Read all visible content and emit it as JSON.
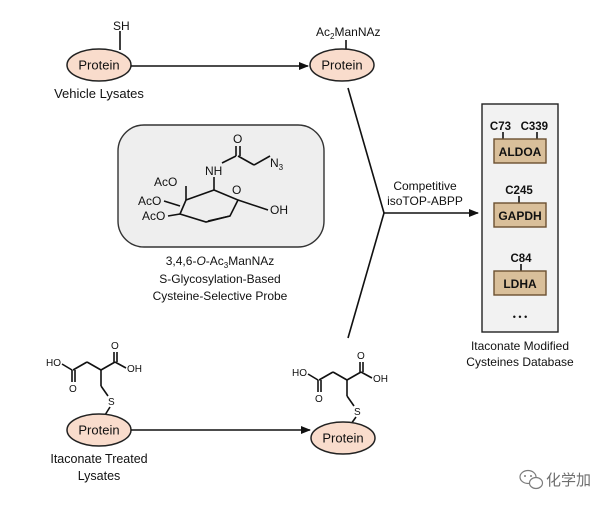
{
  "vehicle": {
    "protein_label": "Protein",
    "thiol_label": "SH",
    "caption": "Vehicle Lysates",
    "product_prefix": "Ac",
    "product_subscript": "2",
    "product_suffix": "ManNAz",
    "product_protein_label": "Protein"
  },
  "probe": {
    "atoms": {
      "nh": "NH",
      "o_carbonyl": "O",
      "n3": "N",
      "n3_sub": "3",
      "ring_o": "O",
      "oh": "OH",
      "aco_1": "AcO",
      "aco_2": "AcO",
      "aco_3": "AcO"
    },
    "name_prefix": "3,4,6-",
    "name_italic": "O",
    "name_middle": "-Ac",
    "name_sub": "3",
    "name_suffix": "ManNAz",
    "desc_line1": "S-Glycosylation-Based",
    "desc_line2": "Cysteine-Selective Probe"
  },
  "method": {
    "line1": "Competitive",
    "line2": "isoTOP-ABPP"
  },
  "database": {
    "entries": [
      {
        "sites": "C73   C339",
        "protein": "ALDOA"
      },
      {
        "sites": "C245",
        "protein": "GAPDH"
      },
      {
        "sites": "C84",
        "protein": "LDHA"
      }
    ],
    "ellipsis": "• • •",
    "caption_line1": "Itaconate Modified",
    "caption_line2": "Cysteines Database"
  },
  "itaconate": {
    "protein_label": "Protein",
    "caption_line1": "Itaconate Treated",
    "caption_line2": "Lysates",
    "atoms": {
      "ho": "HO",
      "o_left": "O",
      "o_right": "O",
      "oh": "OH",
      "s": "S"
    },
    "product_protein_label": "Protein",
    "product_atoms": {
      "ho": "HO",
      "o_left": "O",
      "o_right": "O",
      "oh": "OH",
      "s": "S"
    }
  },
  "watermark": {
    "text": "化学加",
    "icon": "wechat-icon"
  },
  "colors": {
    "protein_fill": "#f9dccc",
    "protein_stroke": "#222222",
    "probe_box_fill": "#eeeeee",
    "db_panel_fill": "#f2f2f2",
    "db_item_fill": "#d9bf9a",
    "db_item_stroke": "#6b5030"
  }
}
